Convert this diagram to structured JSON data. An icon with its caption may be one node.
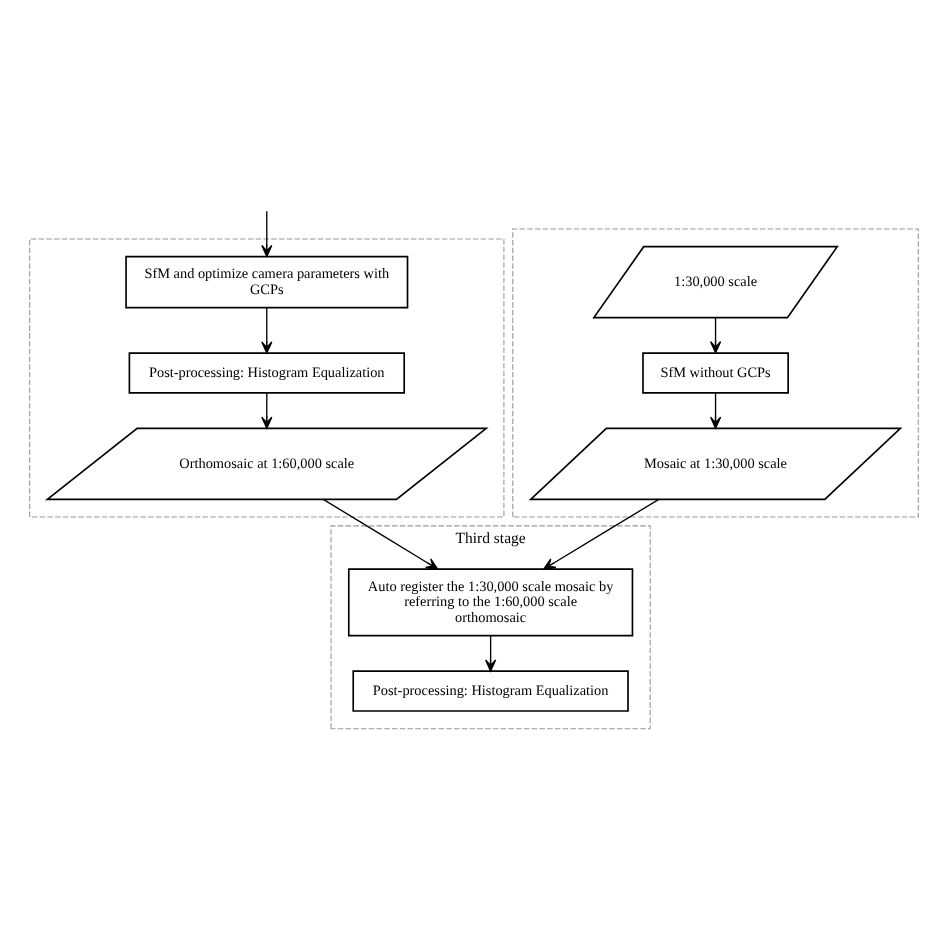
{
  "diagram": {
    "nodes": [
      {
        "text": [],
        "shape": "box"
      },
      {
        "text": [
          "SfM and optimize camera parameters with GCPs"
        ],
        "in": 0
      },
      {
        "text": [
          "Post-processing: Histogram Equalization"
        ],
        "in": 0
      },
      {
        "text": [
          "Orthomosaic at 1:60,000 scale"
        ],
        "in": 0
      },
      {
        "text": [],
        "shape": "box"
      },
      {
        "text": [
          "1:30,000 scale"
        ],
        "in": 4
      },
      {
        "text": [
          "SfM without GCPs"
        ],
        "in": 4
      },
      {
        "text": [
          "Mosaic at 1:30,000 scale"
        ],
        "in": 4
      },
      {
        "text": [
          "Third stage"
        ]
      },
      {
        "text": [
          "Auto register the 1:30,000 scale mosaic by referring to the 1:60,000 scale orthomosaic"
        ],
        "in": 8
      },
      {
        "text": [
          "Post-processing: Histogram Equalization"
        ],
        "in": 8
      }
    ],
    "edges": [
      {
        "from": null,
        "to": 1,
        "arrow": "to"
      },
      {
        "from": 1,
        "to": 2,
        "arrow": "to"
      },
      {
        "from": 2,
        "to": 3,
        "arrow": "to"
      },
      {
        "from": 5,
        "to": 6,
        "arrow": "to"
      },
      {
        "from": 6,
        "to": 7,
        "arrow": "to"
      },
      {
        "from": 3,
        "to": 9,
        "arrow": "to"
      },
      {
        "from": 7,
        "to": 9,
        "arrow": "to"
      },
      {
        "from": 9,
        "to": 10,
        "arrow": "to"
      }
    ]
  }
}
